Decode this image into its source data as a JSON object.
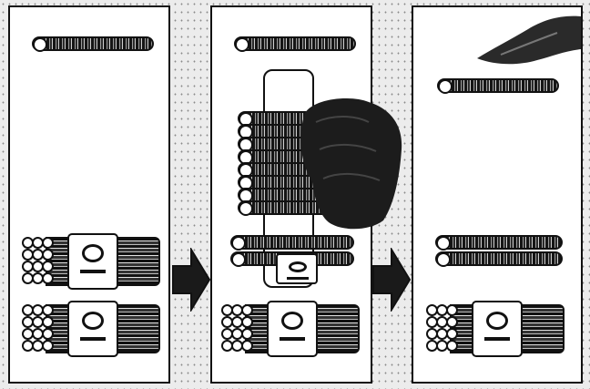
{
  "title": "",
  "panels": [
    {
      "id": "panel-1",
      "top_bars": 1,
      "bundles": 2
    },
    {
      "id": "panel-2",
      "top_bars": 1,
      "stacked_bars": 8,
      "lower_bars": 2,
      "bundles": 1
    },
    {
      "id": "panel-3",
      "top_bars": 1,
      "lower_bars": 2,
      "bundles": 1
    }
  ],
  "arrows": 2,
  "colors": {
    "ink": "#111111",
    "paper": "#ffffff",
    "background": "#ececec"
  }
}
